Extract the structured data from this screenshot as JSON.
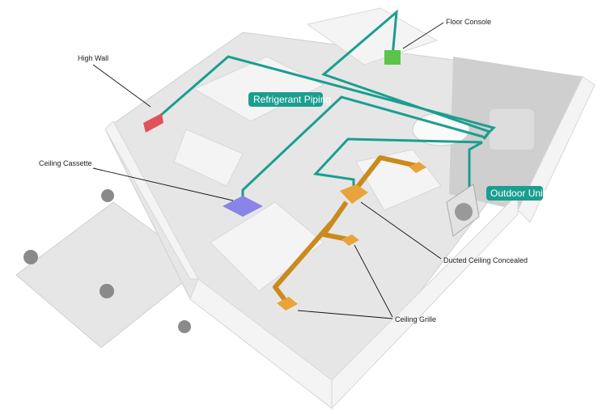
{
  "labels": {
    "floor_console": "Floor Console",
    "high_wall": "High Wall",
    "ceiling_cassette": "Ceiling Cassette",
    "ducted_ceiling_concealed": "Ducted Ceiling Concealed",
    "ceiling_grille": "Ceiling Grille"
  },
  "badges": {
    "refrigerant_piping": "Refrigerant Piping",
    "outdoor_unit": "Outdoor Unit"
  },
  "colors": {
    "pipe": "#1a9e8f",
    "duct": "#e8a33a",
    "high_wall_unit": "#e0525a",
    "floor_console_unit": "#5cc44a",
    "ceiling_cassette_unit": "#8a84e8"
  }
}
